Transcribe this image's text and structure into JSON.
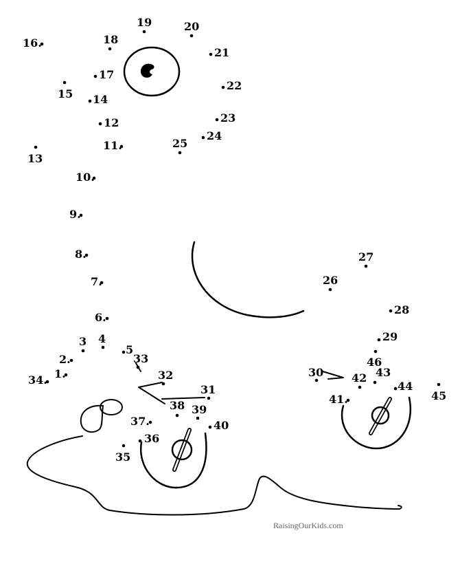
{
  "worksheet": {
    "credit": "RaisingOurKids.com",
    "points": [
      {
        "label": "1."
      },
      {
        "label": "2."
      },
      {
        "label": "3"
      },
      {
        "label": "4"
      },
      {
        "label": "5"
      },
      {
        "label": "6."
      },
      {
        "label": "7."
      },
      {
        "label": "8."
      },
      {
        "label": "9."
      },
      {
        "label": "10."
      },
      {
        "label": "11."
      },
      {
        "label": "12"
      },
      {
        "label": "13"
      },
      {
        "label": "14"
      },
      {
        "label": "15"
      },
      {
        "label": "16."
      },
      {
        "label": "17"
      },
      {
        "label": "18"
      },
      {
        "label": "19"
      },
      {
        "label": "20"
      },
      {
        "label": "21"
      },
      {
        "label": "22"
      },
      {
        "label": "23"
      },
      {
        "label": "24"
      },
      {
        "label": "25"
      },
      {
        "label": "26"
      },
      {
        "label": "27"
      },
      {
        "label": "28"
      },
      {
        "label": "29"
      },
      {
        "label": "30"
      },
      {
        "label": "31"
      },
      {
        "label": "32"
      },
      {
        "label": "33"
      },
      {
        "label": "34."
      },
      {
        "label": "35"
      },
      {
        "label": "36"
      },
      {
        "label": "37."
      },
      {
        "label": "38"
      },
      {
        "label": "39"
      },
      {
        "label": "40"
      },
      {
        "label": "41."
      },
      {
        "label": "42"
      },
      {
        "label": "43"
      },
      {
        "label": "44"
      },
      {
        "label": "45"
      },
      {
        "label": "46"
      }
    ]
  }
}
